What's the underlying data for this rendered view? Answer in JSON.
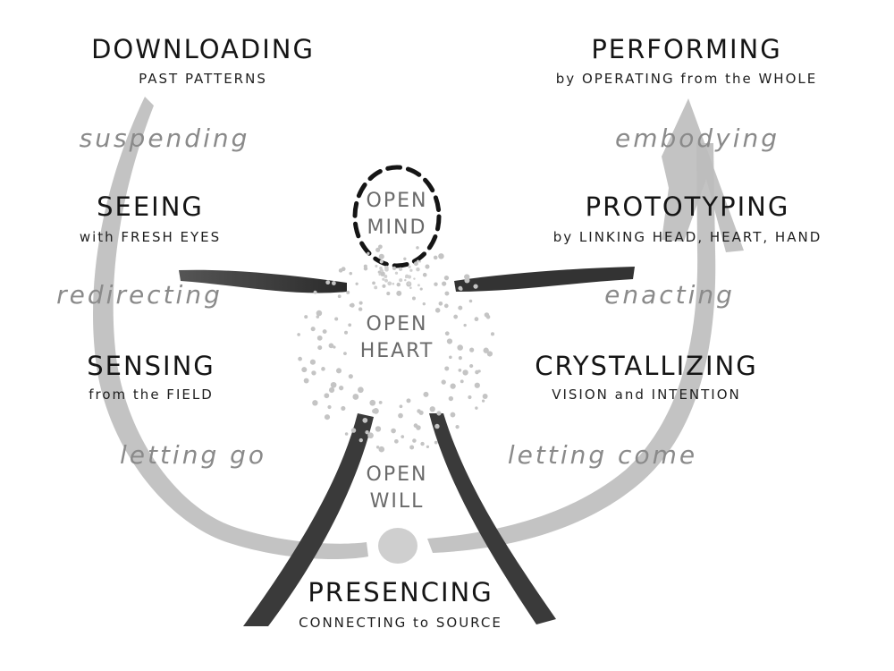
{
  "left": {
    "downloading": {
      "title": "DOWNLOADING",
      "subtitle": "PAST PATTERNS"
    },
    "suspending": "suspending",
    "seeing": {
      "title": "SEEING",
      "subtitle": "with FRESH EYES"
    },
    "redirecting": "redirecting",
    "sensing": {
      "title": "SENSING",
      "subtitle": "from the FIELD"
    },
    "letting_go": "letting go"
  },
  "right": {
    "performing": {
      "title": "PERFORMING",
      "subtitle": "by OPERATING from the WHOLE"
    },
    "embodying": "embodying",
    "prototyping": {
      "title": "PROTOTYPING",
      "subtitle": "by LINKING HEAD, HEART, HAND"
    },
    "enacting": "enacting",
    "crystallizing": {
      "title": "CRYSTALLIZING",
      "subtitle": "VISION and INTENTION"
    },
    "letting_come": "letting come"
  },
  "bottom": {
    "title": "PRESENCING",
    "subtitle": "CONNECTING to SOURCE"
  },
  "figure": {
    "mind": [
      "OPEN",
      "MIND"
    ],
    "heart": [
      "OPEN",
      "HEART"
    ],
    "will": [
      "OPEN",
      "WILL"
    ]
  },
  "colors": {
    "arc": "#bdbdbd",
    "limbs": "#3a3a3a",
    "ink": "#151515",
    "verbs": "#8a8a8a",
    "dots": "#c4c4c4"
  }
}
